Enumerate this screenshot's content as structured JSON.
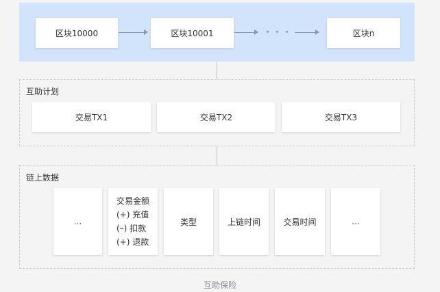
{
  "chain": {
    "blocks": [
      "区块10000",
      "区块10001",
      "区块n"
    ],
    "ellipsis_dots": 3
  },
  "plan": {
    "label": "互助计划",
    "transactions": [
      "交易TX1",
      "交易TX2",
      "交易TX3"
    ]
  },
  "onchain": {
    "label": "链上数据",
    "fields": {
      "first": "...",
      "amount": {
        "title": "交易金额",
        "lines": [
          "(+) 充值",
          "(–) 扣款",
          "(+) 退款"
        ]
      },
      "type": "类型",
      "chain_time": "上链时间",
      "tx_time": "交易时间",
      "last": "..."
    }
  },
  "caption": "互助保险",
  "colors": {
    "chain_band": "#d2e4fb",
    "background": "#f4f4f5",
    "arrow": "#8e9aaa",
    "dashed_border": "#c4c7cc",
    "caption_text": "#8a8f96"
  }
}
